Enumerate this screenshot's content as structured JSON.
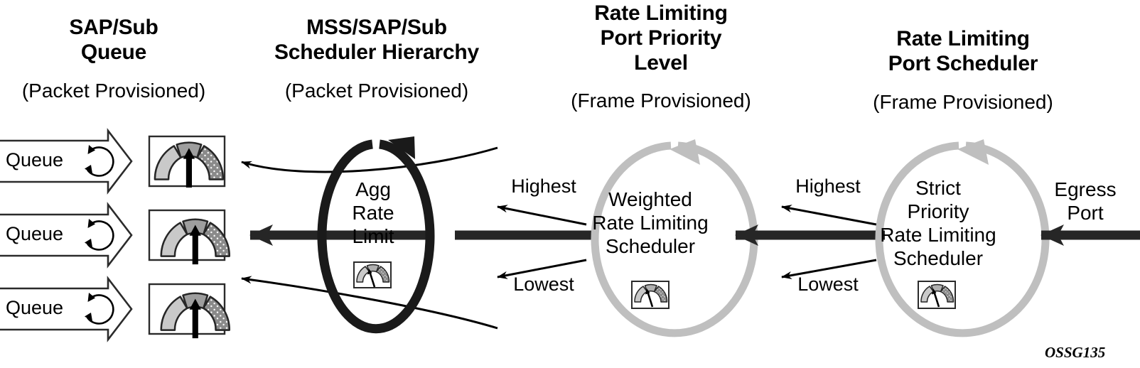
{
  "figure": {
    "id_watermark": "OSSG135"
  },
  "columns": [
    {
      "title_lines": [
        "SAP/Sub",
        "Queue"
      ],
      "subtitle": "(Packet Provisioned)"
    },
    {
      "title_lines": [
        "MSS/SAP/Sub",
        "Scheduler Hierarchy"
      ],
      "subtitle": "(Packet Provisioned)"
    },
    {
      "title_lines": [
        "Rate Limiting",
        "Port Priority",
        "Level"
      ],
      "subtitle": "(Frame Provisioned)"
    },
    {
      "title_lines": [
        "Rate Limiting",
        "Port Scheduler"
      ],
      "subtitle": "(Frame Provisioned)"
    }
  ],
  "queues": [
    {
      "label": "Queue",
      "icon": "circular-arrow-icon",
      "meter": "rate-meter-gauge"
    },
    {
      "label": "Queue",
      "icon": "circular-arrow-icon",
      "meter": "rate-meter-gauge"
    },
    {
      "label": "Queue",
      "icon": "circular-arrow-icon",
      "meter": "rate-meter-gauge"
    }
  ],
  "nodes": [
    {
      "key": "agg-rate-limit",
      "lines": [
        "Agg",
        "Rate",
        "Limit"
      ],
      "ring_color": "#1a1a1a",
      "ring_style": "circular-arrow-ring",
      "meter": "rate-meter-gauge"
    },
    {
      "key": "weighted-rate-limiting-scheduler",
      "lines": [
        "Weighted",
        "Rate Limiting",
        "Scheduler"
      ],
      "ring_color": "#bfbfbf",
      "ring_style": "circular-arrow-ring",
      "meter": "rate-meter-gauge"
    },
    {
      "key": "strict-priority-rate-limiting-scheduler",
      "lines": [
        "Strict",
        "Priority",
        "Rate Limiting",
        "Scheduler"
      ],
      "ring_color": "#bfbfbf",
      "ring_style": "circular-arrow-ring",
      "meter": "rate-meter-gauge"
    }
  ],
  "priority_labels": {
    "mid_highest": "Highest",
    "mid_lowest": "Lowest",
    "right_highest": "Highest",
    "right_lowest": "Lowest"
  },
  "egress": {
    "lines": [
      "Egress",
      "Port"
    ]
  },
  "colors": {
    "meter_light": "#c9c9c9",
    "meter_medium": "#9e9e9e",
    "meter_dark": "#8a8a8a",
    "ring_dark": "#1a1a1a",
    "ring_light": "#bfbfbf",
    "thick_arrow": "#262626",
    "outline": "#2b2b2b"
  }
}
